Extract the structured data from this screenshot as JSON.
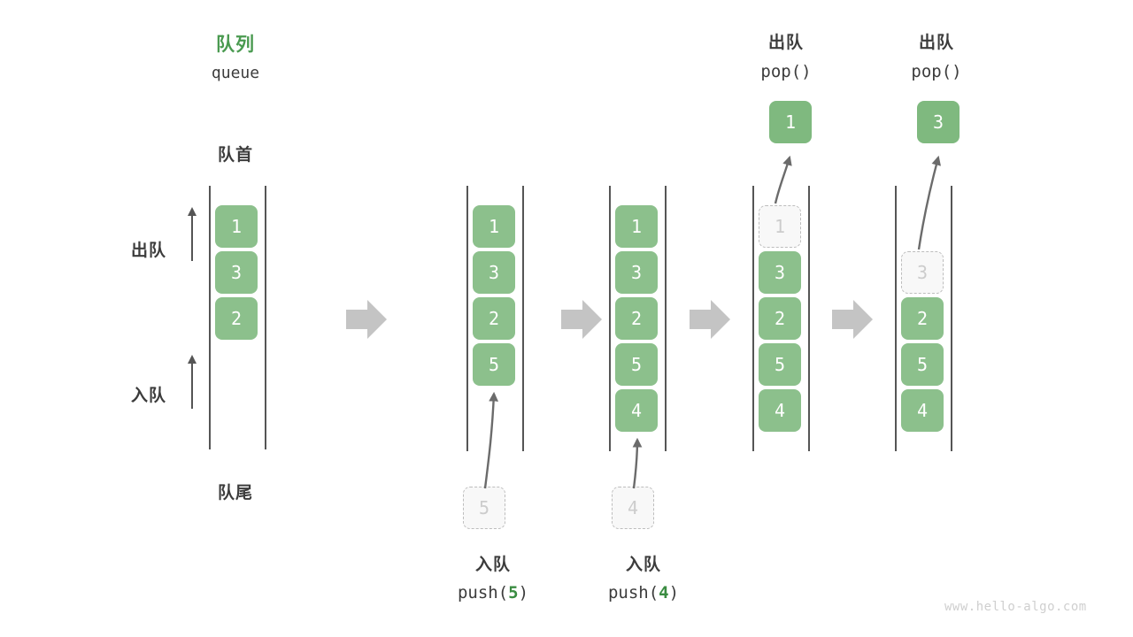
{
  "diagram": {
    "title_cn": "队列",
    "title_en": "queue",
    "front_label": "队首",
    "rear_label": "队尾",
    "dequeue_side_label": "出队",
    "enqueue_side_label": "入队",
    "watermark": "www.hello-algo.com"
  },
  "steps": [
    {
      "id": "initial",
      "header_cn": "",
      "header_code": "",
      "cells": [
        "1",
        "3",
        "2"
      ],
      "ghost": null,
      "result": null
    },
    {
      "id": "push-5",
      "caption_cn": "入队",
      "caption_code_prefix": "push(",
      "caption_code_value": "5",
      "caption_code_suffix": ")",
      "cells": [
        "1",
        "3",
        "2",
        "5"
      ],
      "incoming": "5"
    },
    {
      "id": "push-4",
      "caption_cn": "入队",
      "caption_code_prefix": "push(",
      "caption_code_value": "4",
      "caption_code_suffix": ")",
      "cells": [
        "1",
        "3",
        "2",
        "5",
        "4"
      ],
      "incoming": "4"
    },
    {
      "id": "pop-1",
      "header_cn": "出队",
      "header_code": "pop()",
      "popped": "1",
      "ghost_index": 0,
      "ghost_value": "1",
      "cells": [
        "3",
        "2",
        "5",
        "4"
      ]
    },
    {
      "id": "pop-3",
      "header_cn": "出队",
      "header_code": "pop()",
      "popped": "3",
      "ghost_index": 1,
      "ghost_value": "3",
      "cells": [
        "2",
        "5",
        "4"
      ]
    }
  ],
  "colors": {
    "cell_green": "#8cc08c",
    "title_green": "#4a9a50",
    "arrow_gray": "#c4c4c4",
    "rail_gray": "#555555",
    "ghost_gray": "#bdbdbd"
  }
}
